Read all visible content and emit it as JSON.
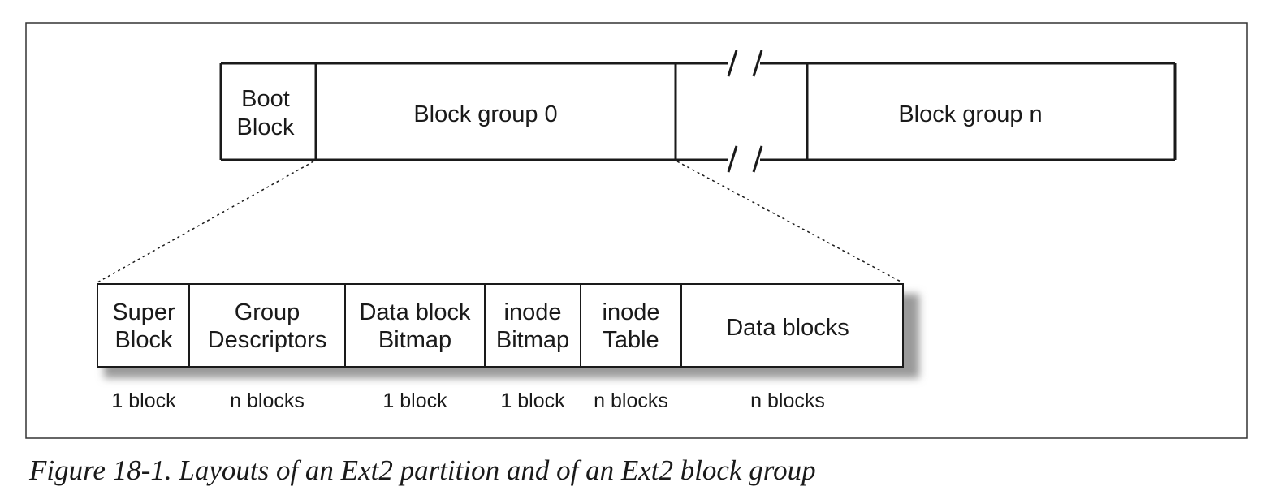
{
  "partition": {
    "boot_block": [
      "Boot",
      "Block"
    ],
    "group0": "Block group 0",
    "groupn": "Block group n"
  },
  "block_group": {
    "cells": [
      {
        "lines": [
          "Super",
          "Block"
        ],
        "size": "1 block"
      },
      {
        "lines": [
          "Group",
          "Descriptors"
        ],
        "size": "n blocks"
      },
      {
        "lines": [
          "Data block",
          "Bitmap"
        ],
        "size": "1 block"
      },
      {
        "lines": [
          "inode",
          "Bitmap"
        ],
        "size": "1 block"
      },
      {
        "lines": [
          "inode",
          "Table"
        ],
        "size": "n blocks"
      },
      {
        "lines": [
          "Data blocks"
        ],
        "size": "n blocks"
      }
    ]
  },
  "caption": "Figure 18-1. Layouts of an Ext2 partition and of an Ext2 block group",
  "colors": {
    "stroke": "#1a1a1a",
    "shadow": "#9a9a9a",
    "frame": "#333333"
  }
}
